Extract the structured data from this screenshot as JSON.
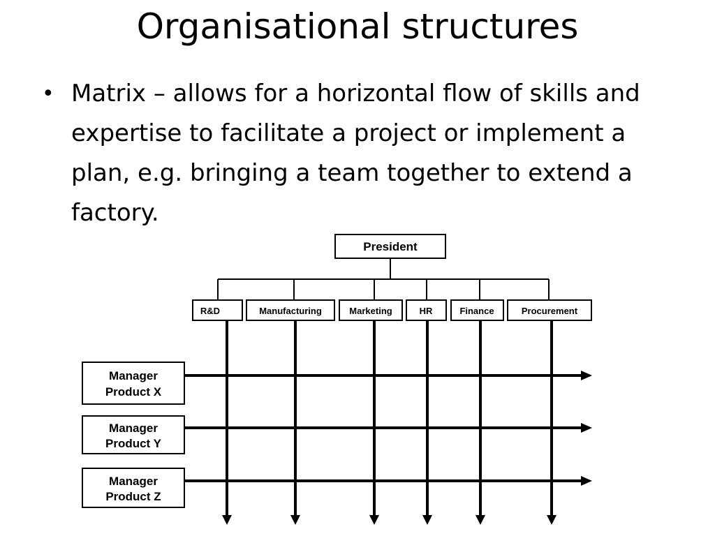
{
  "slide": {
    "title": "Organisational structures",
    "bullets": [
      {
        "text": "Matrix – allows for a horizontal flow of skills and expertise to facilitate a project or implement a plan, e.g. bringing a team together to extend a factory."
      }
    ]
  },
  "diagram": {
    "top": {
      "label": "President"
    },
    "departments": [
      {
        "label": "R&D"
      },
      {
        "label": "Manufacturing"
      },
      {
        "label": "Marketing"
      },
      {
        "label": "HR"
      },
      {
        "label": "Finance"
      },
      {
        "label": "Procurement"
      }
    ],
    "managers": [
      {
        "line1": "Manager",
        "line2": "Product X"
      },
      {
        "line1": "Manager",
        "line2": "Product Y"
      },
      {
        "line1": "Manager",
        "line2": "Product Z"
      }
    ],
    "colors": {
      "line": "#000000",
      "box_fill": "#ffffff"
    }
  }
}
